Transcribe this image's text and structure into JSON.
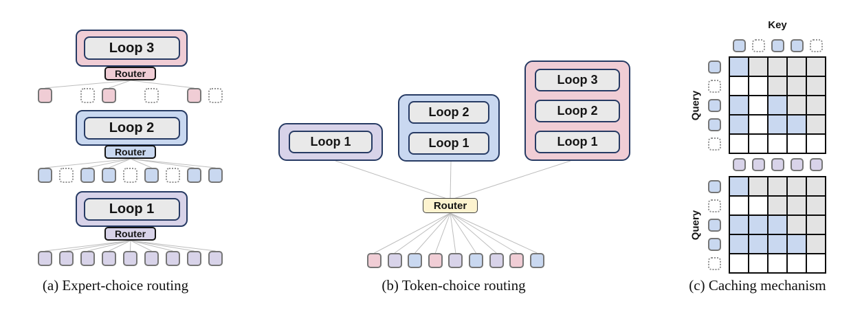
{
  "colors": {
    "pink": "#f0cdd5",
    "blue": "#c9d8f0",
    "purple": "#d8d3e9",
    "yellow": "#fdf3cf",
    "gray_box": "#e9e9e9",
    "navy": "#263a63",
    "token_border": "#757575",
    "cell_gray": "#e3e3e3",
    "line_gray": "#bdbdbd"
  },
  "panel_a": {
    "caption": "(a) Expert-choice routing",
    "levels": [
      {
        "loop_label": "Loop 3",
        "router_label": "Router",
        "color": "pink",
        "tokens": [
          {
            "slot": 0,
            "state": "selected"
          },
          {
            "slot": 2,
            "state": "skipped"
          },
          {
            "slot": 3,
            "state": "selected"
          },
          {
            "slot": 5,
            "state": "skipped"
          },
          {
            "slot": 7,
            "state": "selected"
          },
          {
            "slot": 8,
            "state": "skipped"
          }
        ]
      },
      {
        "loop_label": "Loop 2",
        "router_label": "Router",
        "color": "blue",
        "tokens": [
          {
            "slot": 0,
            "state": "selected"
          },
          {
            "slot": 1,
            "state": "skipped"
          },
          {
            "slot": 2,
            "state": "selected"
          },
          {
            "slot": 3,
            "state": "selected"
          },
          {
            "slot": 4,
            "state": "skipped"
          },
          {
            "slot": 5,
            "state": "selected"
          },
          {
            "slot": 6,
            "state": "skipped"
          },
          {
            "slot": 7,
            "state": "selected"
          },
          {
            "slot": 8,
            "state": "selected"
          }
        ]
      },
      {
        "loop_label": "Loop 1",
        "router_label": "Router",
        "color": "purple",
        "tokens": [
          {
            "slot": 0,
            "state": "selected"
          },
          {
            "slot": 1,
            "state": "selected"
          },
          {
            "slot": 2,
            "state": "selected"
          },
          {
            "slot": 3,
            "state": "selected"
          },
          {
            "slot": 4,
            "state": "selected"
          },
          {
            "slot": 5,
            "state": "selected"
          },
          {
            "slot": 6,
            "state": "selected"
          },
          {
            "slot": 7,
            "state": "selected"
          },
          {
            "slot": 8,
            "state": "selected"
          }
        ]
      }
    ]
  },
  "panel_b": {
    "caption": "(b) Token-choice routing",
    "router_label": "Router",
    "experts": [
      {
        "color": "purple",
        "loops": [
          "Loop 1"
        ]
      },
      {
        "color": "blue",
        "loops": [
          "Loop 2",
          "Loop 1"
        ]
      },
      {
        "color": "pink",
        "loops": [
          "Loop 3",
          "Loop 2",
          "Loop 1"
        ]
      }
    ],
    "tokens": [
      "pink",
      "purple",
      "blue",
      "pink",
      "purple",
      "blue",
      "purple",
      "pink",
      "blue"
    ]
  },
  "panel_c": {
    "caption": "(c) Caching mechanism",
    "key_label": "Key",
    "query_label": "Query",
    "matrices": [
      {
        "keys": [
          "blue",
          "dotted",
          "blue",
          "blue",
          "dotted"
        ],
        "queries": [
          "blue",
          "dotted",
          "blue",
          "blue",
          "dotted"
        ],
        "cells": [
          [
            "blue",
            "gray",
            "gray",
            "gray",
            "gray"
          ],
          [
            "white",
            "white",
            "gray",
            "gray",
            "gray"
          ],
          [
            "blue",
            "white",
            "blue",
            "gray",
            "gray"
          ],
          [
            "blue",
            "white",
            "blue",
            "blue",
            "gray"
          ],
          [
            "white",
            "white",
            "white",
            "white",
            "white"
          ]
        ]
      },
      {
        "keys": [
          "purple",
          "purple",
          "purple",
          "purple",
          "purple"
        ],
        "queries": [
          "blue",
          "dotted",
          "blue",
          "blue",
          "dotted"
        ],
        "cells": [
          [
            "blue",
            "gray",
            "gray",
            "gray",
            "gray"
          ],
          [
            "white",
            "white",
            "gray",
            "gray",
            "gray"
          ],
          [
            "blue",
            "blue",
            "blue",
            "gray",
            "gray"
          ],
          [
            "blue",
            "blue",
            "blue",
            "blue",
            "gray"
          ],
          [
            "white",
            "white",
            "white",
            "white",
            "white"
          ]
        ]
      }
    ]
  }
}
